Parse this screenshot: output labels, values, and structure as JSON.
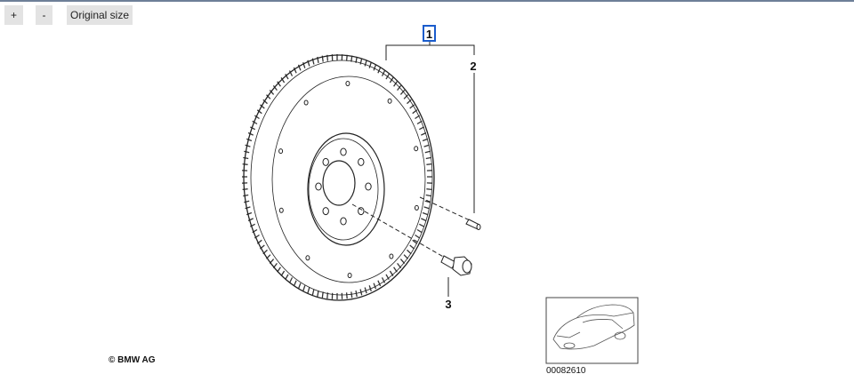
{
  "toolbar": {
    "zoom_in_label": "+",
    "zoom_out_label": "-",
    "original_size_label": "Original size"
  },
  "diagram": {
    "callouts": [
      "1",
      "2",
      "3"
    ],
    "copyright": "© BMW AG",
    "image_number": "00082610"
  },
  "colors": {
    "top_border": "#6e7f98",
    "button_bg": "#e3e3e3",
    "callout_highlight": "#1a5ccc"
  }
}
